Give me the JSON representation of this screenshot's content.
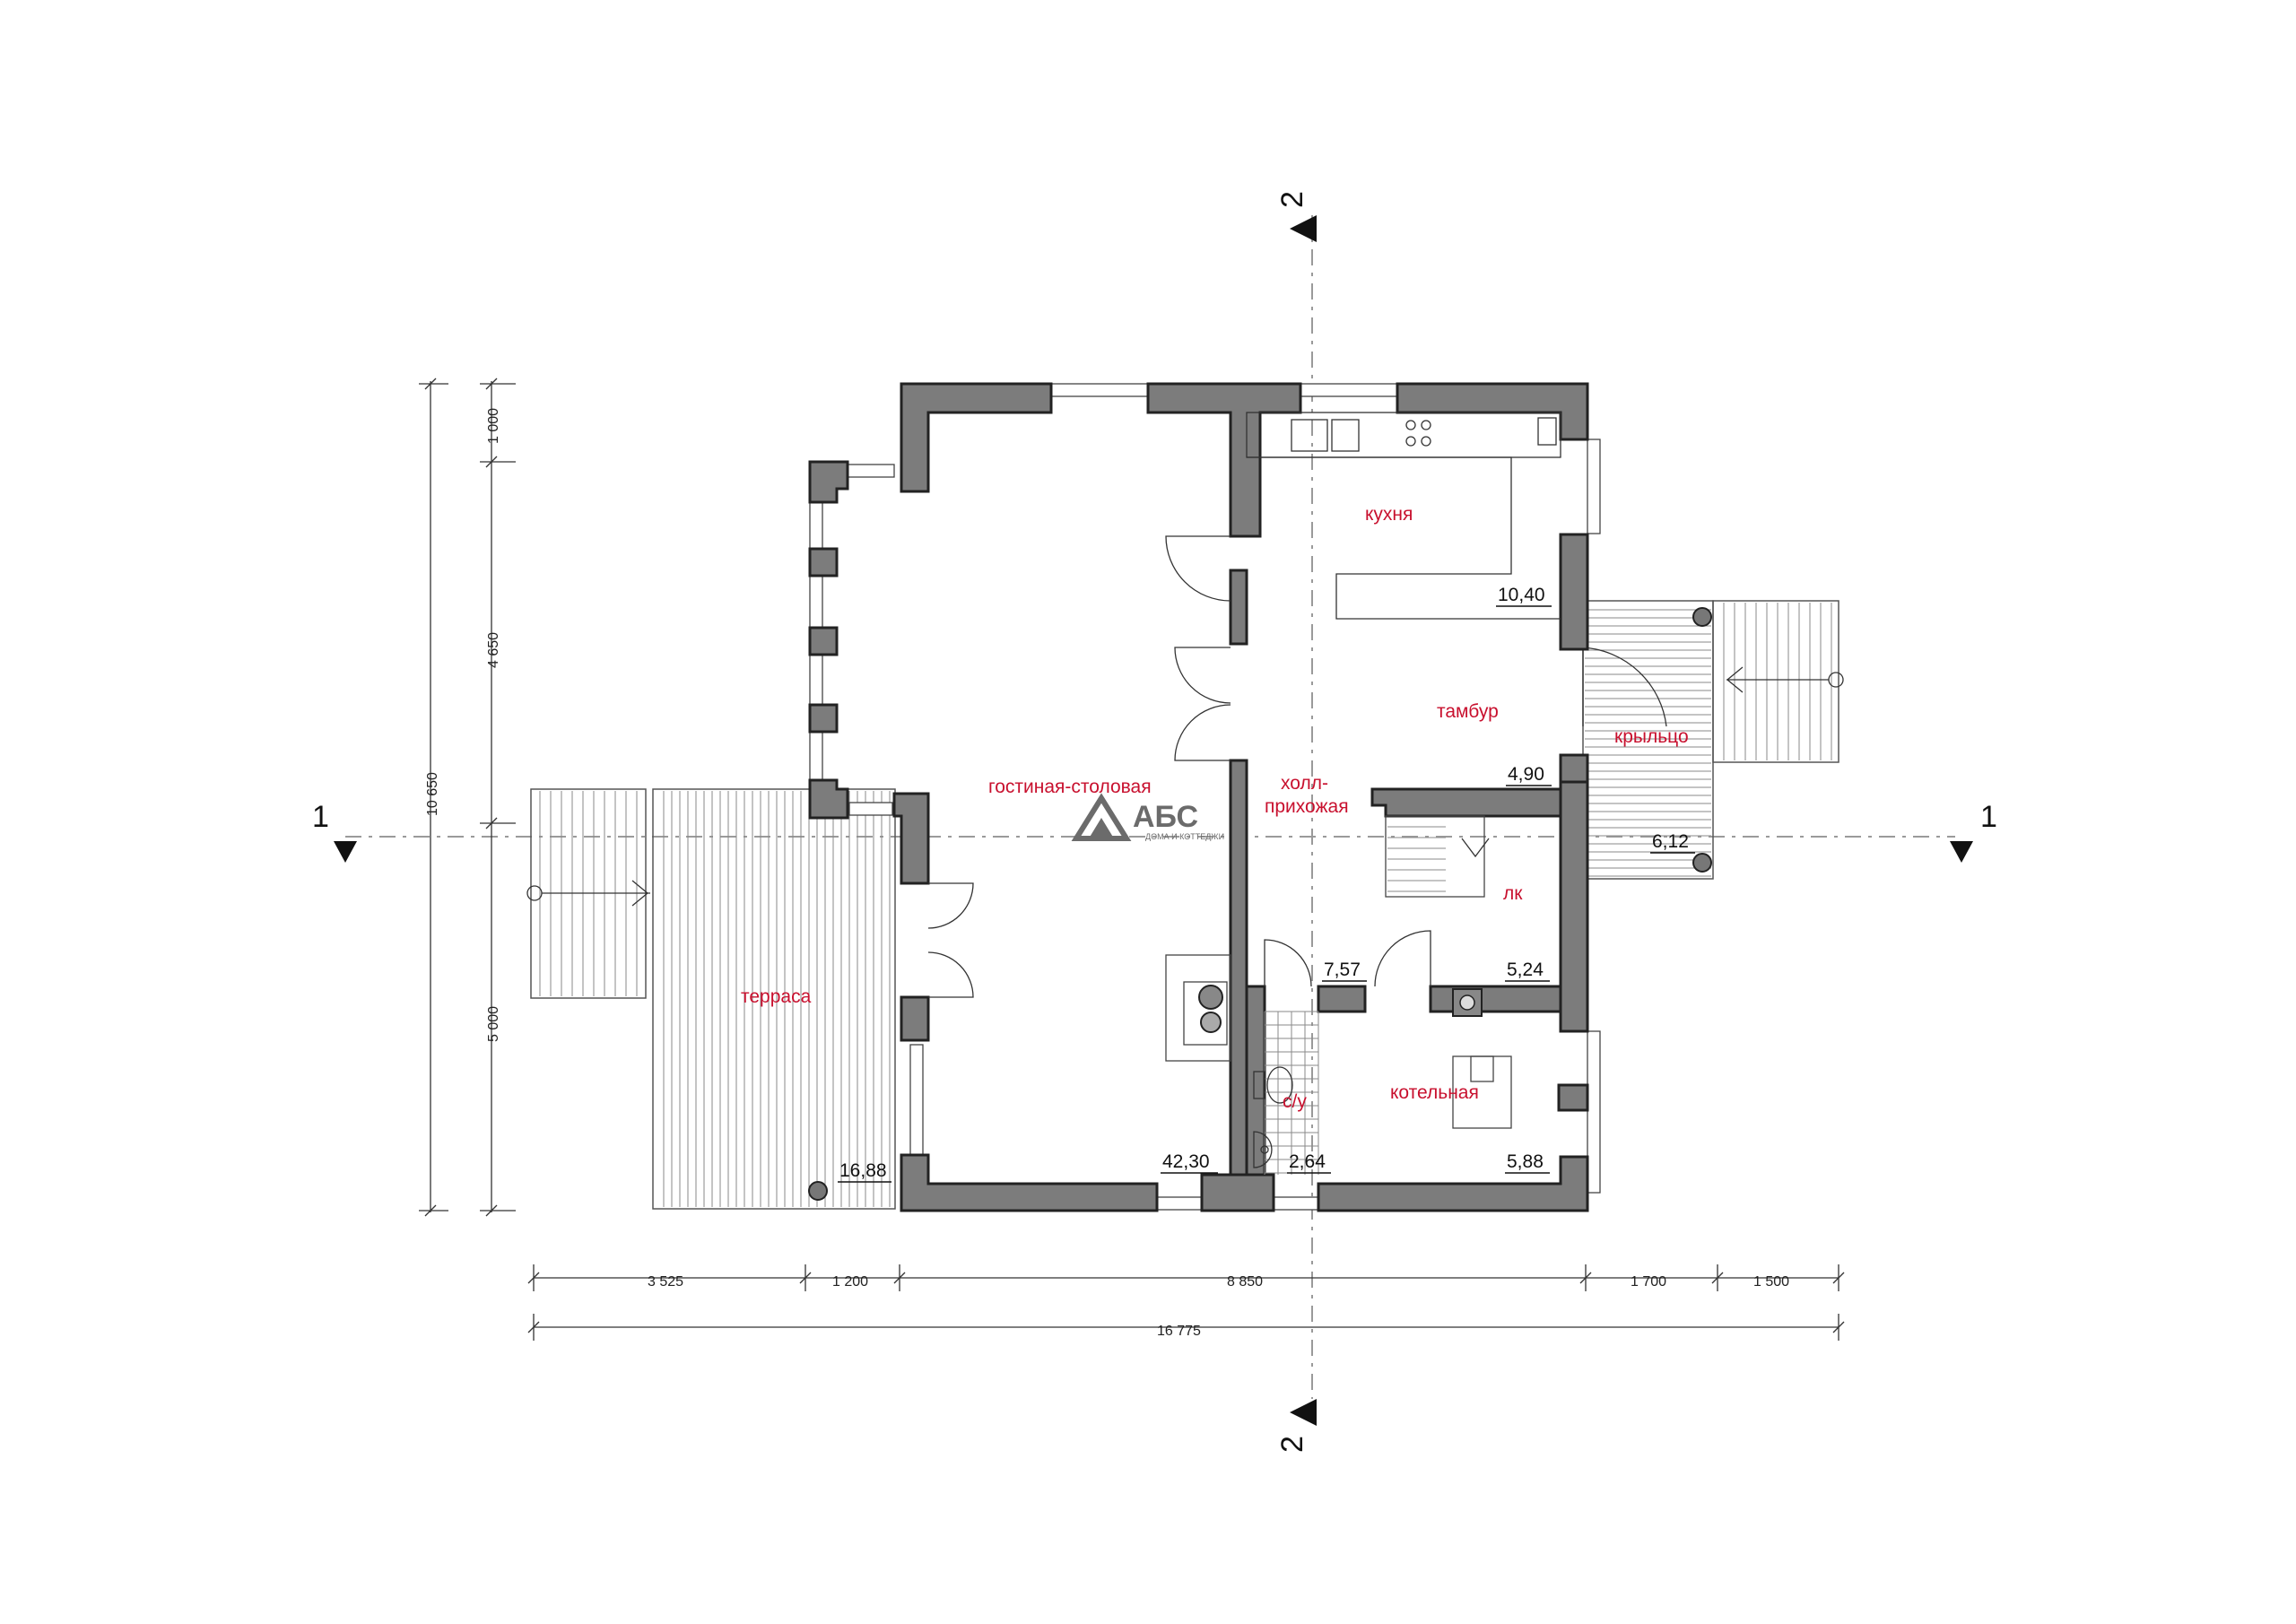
{
  "rooms": {
    "kitchen": "кухня",
    "vestibule": "тамбур",
    "porch": "крыльцо",
    "living_dining": "гостиная-столовая",
    "hall_line1": "холл-",
    "hall_line2": "прихожая",
    "stair_room": "лк",
    "terrace": "терраса",
    "wc": "с/у",
    "boiler_room": "котельная"
  },
  "areas": {
    "kitchen": "10,40",
    "vestibule": "4,90",
    "porch": "6,12",
    "hall": "7,57",
    "stair_room": "5,24",
    "terrace": "16,88",
    "living_dining": "42,30",
    "wc": "2,64",
    "boiler_room": "5,88"
  },
  "dimensions": {
    "horizontal": [
      "3 525",
      "1 200",
      "8 850",
      "1 700",
      "1 500"
    ],
    "horizontal_total": "16 775",
    "vertical": [
      "1 000",
      "4 650",
      "5 000"
    ],
    "vertical_total": "10 650"
  },
  "axes": {
    "section_1_left": "1",
    "section_1_right": "1",
    "section_2_top": "2",
    "section_2_bottom": "2"
  },
  "logo": {
    "name": "АБС",
    "tagline": "ДОМА И КОТТЕДЖИ",
    "color": "#6b6b6b"
  },
  "colors": {
    "room_label": "#c8102e",
    "wall": "#7c7c7c"
  }
}
